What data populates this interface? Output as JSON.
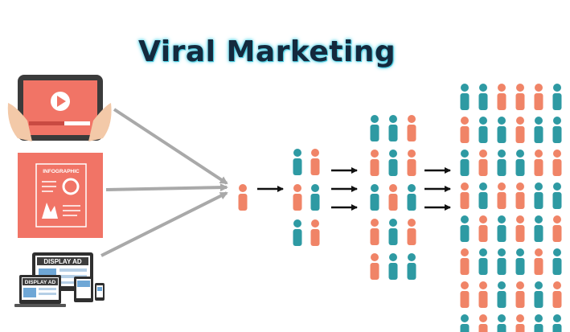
{
  "title": "Viral Marketing",
  "labels": {
    "infographic": "INFOGRAPHIC",
    "display_ad_1": "DISPLAY AD",
    "display_ad_2": "DISPLAY AD"
  },
  "colors": {
    "teal": "#2e9aa3",
    "coral": "#f08467",
    "panel_coral": "#f17466",
    "gray_arrow": "#a9a9a9",
    "title_text": "#14293d",
    "title_glow": "#4fd0e6"
  },
  "icons": [
    "tablet-video-icon",
    "infographic-icon",
    "devices-display-ad-icon",
    "person-icon",
    "arrow-icon"
  ],
  "stages": [
    {
      "name": "origin",
      "rows": [
        [
          "coral"
        ]
      ]
    },
    {
      "name": "level-1",
      "rows": [
        [
          "teal",
          "coral"
        ],
        [
          "coral",
          "teal"
        ],
        [
          "teal",
          "coral"
        ]
      ]
    },
    {
      "name": "level-2",
      "rows": [
        [
          "teal",
          "teal",
          "coral"
        ],
        [
          "coral",
          "teal",
          "coral"
        ],
        [
          "teal",
          "coral",
          "teal"
        ],
        [
          "coral",
          "teal",
          "coral"
        ],
        [
          "coral",
          "teal",
          "teal"
        ]
      ]
    },
    {
      "name": "level-3",
      "rows": [
        [
          "teal",
          "teal",
          "coral",
          "coral",
          "coral",
          "teal"
        ],
        [
          "coral",
          "teal",
          "teal",
          "coral",
          "teal",
          "teal"
        ],
        [
          "teal",
          "coral",
          "teal",
          "teal",
          "coral",
          "coral"
        ],
        [
          "coral",
          "teal",
          "coral",
          "coral",
          "teal",
          "teal"
        ],
        [
          "teal",
          "coral",
          "teal",
          "coral",
          "teal",
          "coral"
        ],
        [
          "coral",
          "teal",
          "teal",
          "teal",
          "coral",
          "teal"
        ],
        [
          "coral",
          "coral",
          "teal",
          "coral",
          "teal",
          "coral"
        ],
        [
          "teal",
          "coral",
          "teal",
          "coral",
          "teal",
          "teal"
        ]
      ]
    }
  ]
}
